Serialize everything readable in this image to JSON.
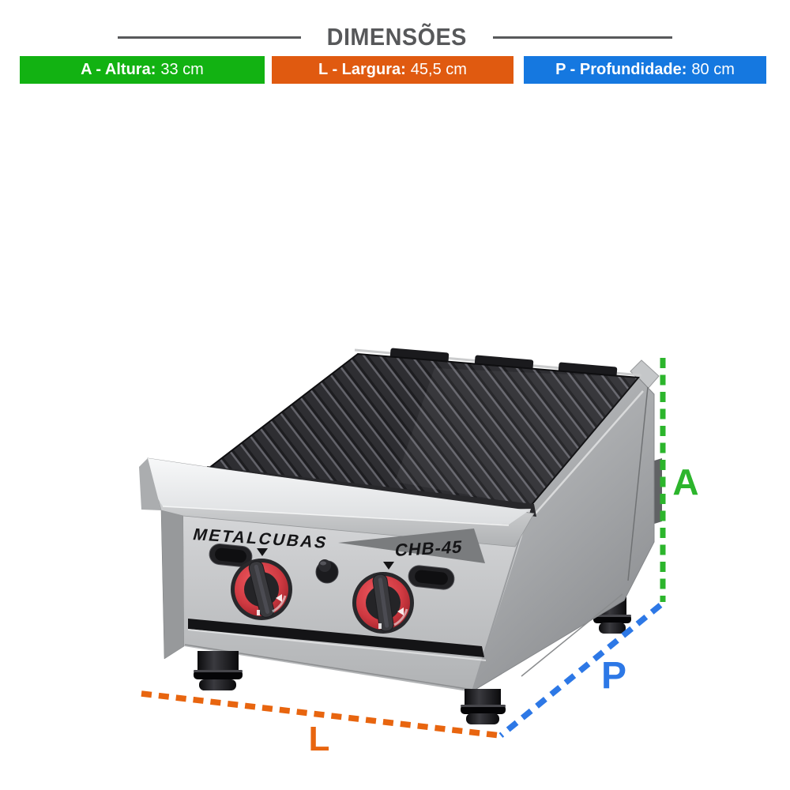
{
  "header": {
    "title": "DIMENSÕES"
  },
  "banners": [
    {
      "id": "altura",
      "label": "A - Altura:",
      "value": "33 cm",
      "color": "#12b212"
    },
    {
      "id": "largura",
      "label": "L - Largura:",
      "value": "45,5 cm",
      "color": "#e05a10"
    },
    {
      "id": "profundidade",
      "label": "P - Profundidade:",
      "value": "80 cm",
      "color": "#1578e0"
    }
  ],
  "product": {
    "brand": "METALCUBAS",
    "model": "CHB-45"
  },
  "dimension_lines": {
    "height": {
      "letter": "A",
      "color": "#2cb52c"
    },
    "depth": {
      "letter": "P",
      "color": "#2d78e6"
    },
    "width": {
      "letter": "L",
      "color": "#e8650f"
    }
  }
}
